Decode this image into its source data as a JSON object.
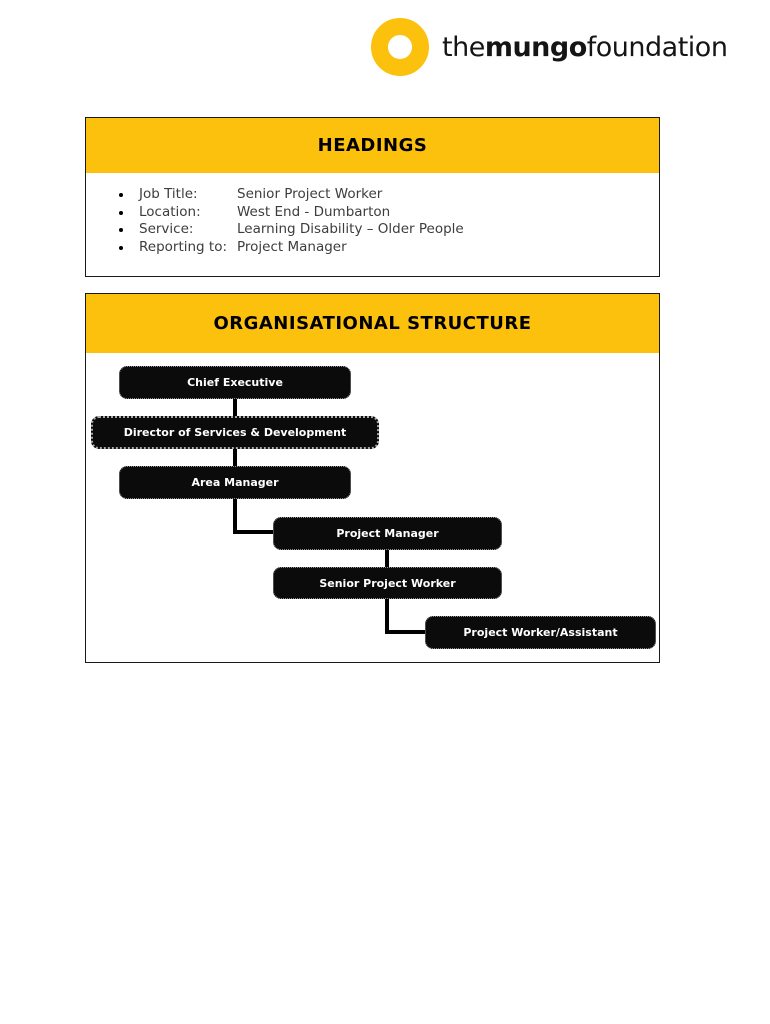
{
  "logo": {
    "brand_prefix": "the",
    "brand_bold": "mungo",
    "brand_suffix": "foundation"
  },
  "headings_card": {
    "title": "HEADINGS",
    "items": [
      {
        "label": "Job Title:",
        "value": "Senior Project Worker"
      },
      {
        "label": "Location:",
        "value": "West End - Dumbarton"
      },
      {
        "label": "Service:",
        "value": "Learning Disability – Older People"
      },
      {
        "label": "Reporting to:",
        "value": "Project Manager"
      }
    ]
  },
  "org_card": {
    "title": "ORGANISATIONAL STRUCTURE",
    "nodes": [
      "Chief Executive",
      "Director of Services & Development",
      "Area Manager",
      "Project Manager",
      "Senior Project Worker",
      "Project Worker/Assistant"
    ]
  },
  "colors": {
    "accent_yellow": "#FCC10D",
    "node_black": "#0B0B0B",
    "body_text": "#3D3D3D"
  }
}
